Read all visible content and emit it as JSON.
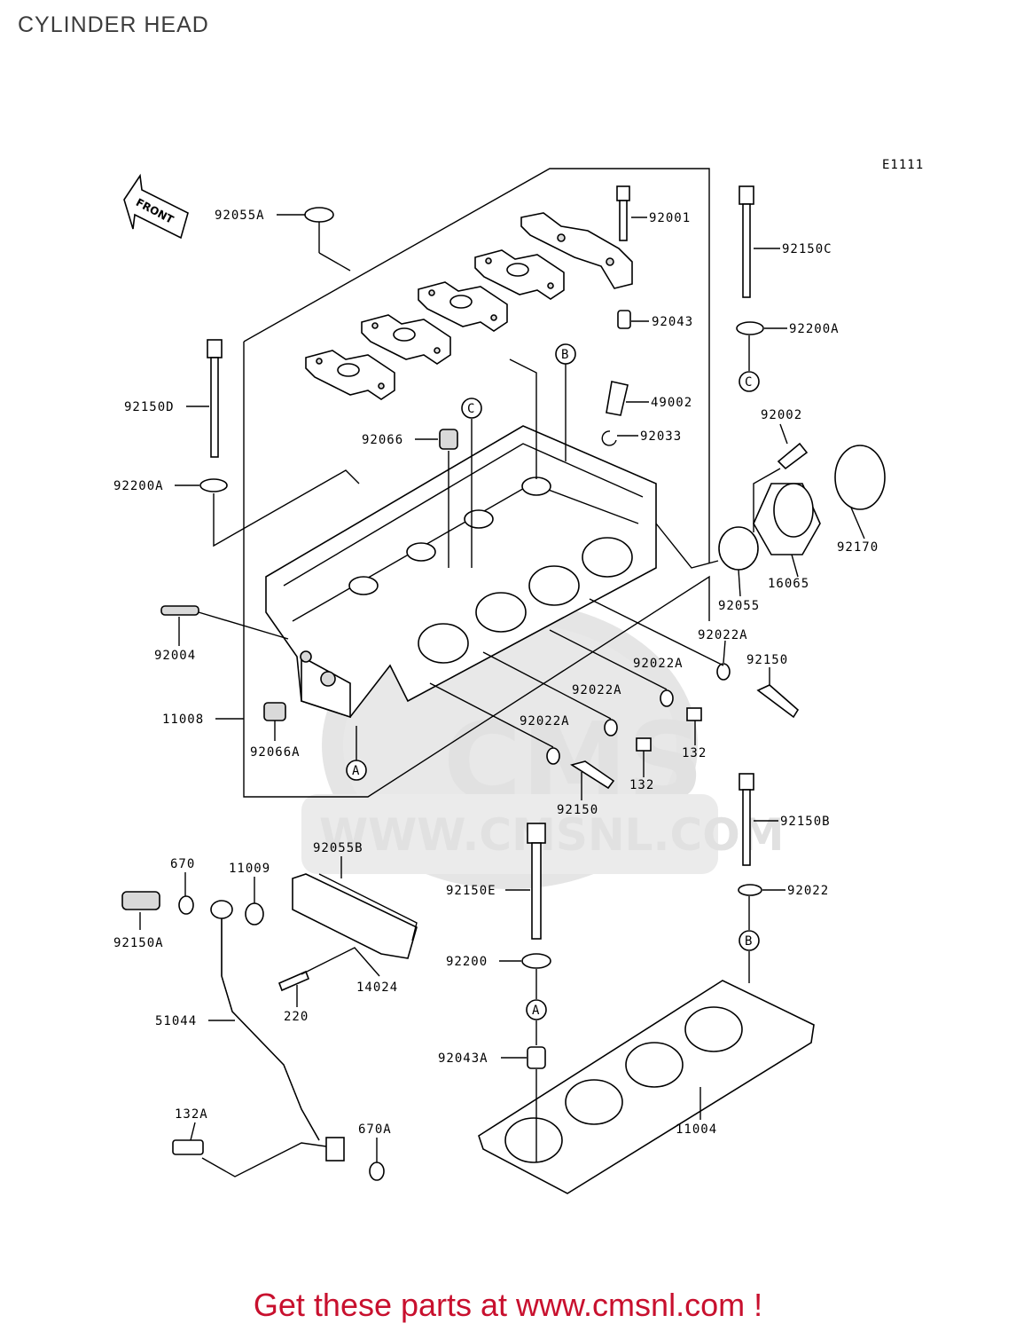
{
  "title": "CYLINDER HEAD",
  "diagram_code": "E1111",
  "front_label": "FRONT",
  "watermark": {
    "logo": "CMS",
    "url": "WWW.CMSNL.COM"
  },
  "circle_refs": [
    "A",
    "B",
    "C"
  ],
  "parts": [
    {
      "id": "92055A",
      "label": "92055A"
    },
    {
      "id": "92001",
      "label": "92001"
    },
    {
      "id": "92150C",
      "label": "92150C"
    },
    {
      "id": "92043",
      "label": "92043"
    },
    {
      "id": "92200A_r",
      "label": "92200A"
    },
    {
      "id": "92150D",
      "label": "92150D"
    },
    {
      "id": "49002",
      "label": "49002"
    },
    {
      "id": "92033",
      "label": "92033"
    },
    {
      "id": "92066",
      "label": "92066"
    },
    {
      "id": "92002",
      "label": "92002"
    },
    {
      "id": "92200A_l",
      "label": "92200A"
    },
    {
      "id": "92170",
      "label": "92170"
    },
    {
      "id": "16065",
      "label": "16065"
    },
    {
      "id": "92055",
      "label": "92055"
    },
    {
      "id": "92004",
      "label": "92004"
    },
    {
      "id": "92022A_1",
      "label": "92022A"
    },
    {
      "id": "92150_r",
      "label": "92150"
    },
    {
      "id": "92022A_2",
      "label": "92022A"
    },
    {
      "id": "92022A_3",
      "label": "92022A"
    },
    {
      "id": "11008",
      "label": "11008"
    },
    {
      "id": "92022A_4",
      "label": "92022A"
    },
    {
      "id": "132_r",
      "label": "132"
    },
    {
      "id": "92066A",
      "label": "92066A"
    },
    {
      "id": "132_l",
      "label": "132"
    },
    {
      "id": "92150_b",
      "label": "92150"
    },
    {
      "id": "92150B",
      "label": "92150B"
    },
    {
      "id": "670",
      "label": "670"
    },
    {
      "id": "11009",
      "label": "11009"
    },
    {
      "id": "92055B",
      "label": "92055B"
    },
    {
      "id": "92150E",
      "label": "92150E"
    },
    {
      "id": "92022",
      "label": "92022"
    },
    {
      "id": "92150A",
      "label": "92150A"
    },
    {
      "id": "92200",
      "label": "92200"
    },
    {
      "id": "14024",
      "label": "14024"
    },
    {
      "id": "220",
      "label": "220"
    },
    {
      "id": "51044",
      "label": "51044"
    },
    {
      "id": "92043A",
      "label": "92043A"
    },
    {
      "id": "132A",
      "label": "132A"
    },
    {
      "id": "670A",
      "label": "670A"
    },
    {
      "id": "11004",
      "label": "11004"
    }
  ],
  "footer": {
    "text": "Get these parts at www.cmsnl.com !"
  }
}
